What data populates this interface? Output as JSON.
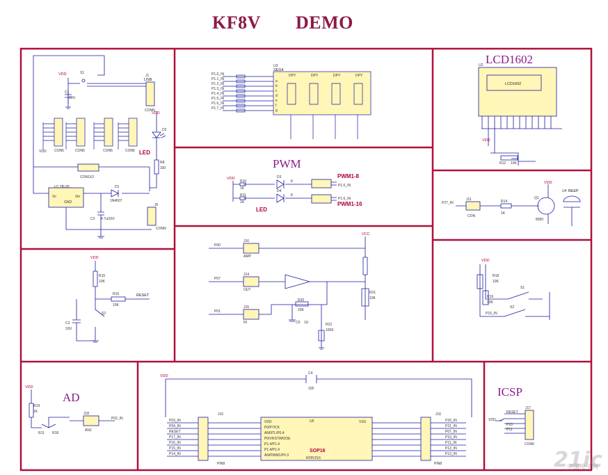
{
  "title_left": "KF8V",
  "title_right": "DEMO",
  "sections": {
    "lcd": "LCD1602",
    "pwm": "PWM",
    "ad": "AD",
    "icsp": "ICSP"
  },
  "labels": {
    "led1": "LED",
    "led2": "LED",
    "pwm1_8": "PWM1-8",
    "pwm1_16": "PWM1-16",
    "sop16": "SOP16",
    "lcd_glass": "LCD1602",
    "seg": "SEG4",
    "beep": "BEEP",
    "reset": "RESET",
    "vdd": "VDD",
    "usb": "USB",
    "conn": "CONN",
    "pin8a": "PIN8",
    "pin8b": "PIN8",
    "kf8v": "KF8V216"
  },
  "watermark": {
    "text": "21ic",
    "sub": "中国电子网"
  },
  "colors": {
    "frame": "#b0103a",
    "title": "#8b1a4a",
    "section": "#8b1a8b",
    "component": "#1a1aa0",
    "ic_fill": "#fff6b8"
  }
}
